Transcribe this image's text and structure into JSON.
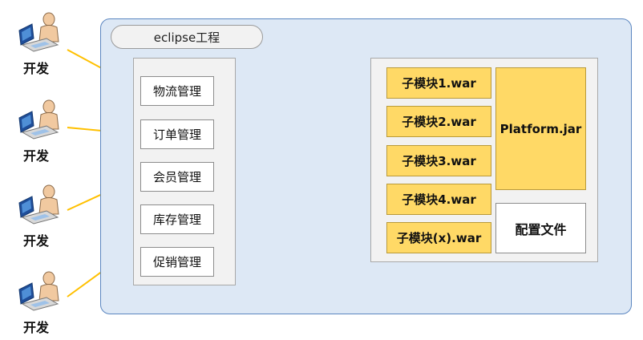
{
  "project": {
    "title": "eclipse工程"
  },
  "modules": [
    "物流管理",
    "订单管理",
    "会员管理",
    "库存管理",
    "促销管理"
  ],
  "wars": [
    "子模块1.war",
    "子模块2.war",
    "子模块3.war",
    "子模块4.war",
    "子模块(x).war"
  ],
  "platform": {
    "label": "Platform.jar"
  },
  "config": {
    "label": "配置文件"
  },
  "developers": [
    {
      "label": "开发"
    },
    {
      "label": "开发"
    },
    {
      "label": "开发"
    },
    {
      "label": "开发"
    }
  ],
  "colors": {
    "project_fill": "#dde8f5",
    "project_border": "#5b86c0",
    "war_fill": "#ffd966",
    "developer_link": "#ffc000"
  }
}
